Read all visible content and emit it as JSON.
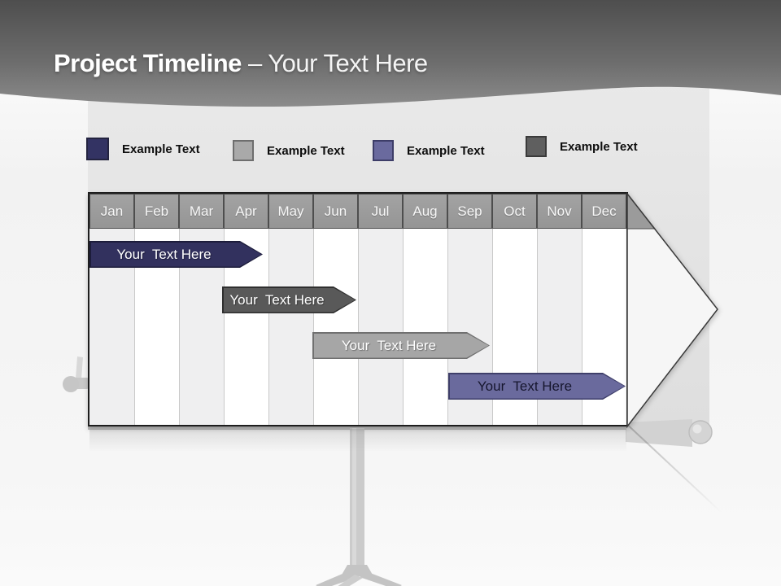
{
  "header": {
    "title_primary": "Project Timeline ",
    "title_secondary": "– Your Text Here"
  },
  "legend": {
    "items": [
      {
        "label": "Example Text",
        "color": "#333363",
        "border": "#23233f"
      },
      {
        "label": "Example Text",
        "color": "#a9a9a9",
        "border": "#6e6e6e"
      },
      {
        "label": "Example Text",
        "color": "#6a6a9e",
        "border": "#3d3d68"
      },
      {
        "label": "Example Text",
        "color": "#5f5f5f",
        "border": "#3a3a3a"
      }
    ]
  },
  "timeline": {
    "months": [
      "Jan",
      "Feb",
      "Mar",
      "Apr",
      "May",
      "Jun",
      "Jul",
      "Aug",
      "Sep",
      "Oct",
      "Nov",
      "Dec"
    ],
    "tasks": [
      {
        "label": "Your  Text Here",
        "fill": "#32315e",
        "edge": "#1c1c3a",
        "text_color": "#ffffff",
        "start_month": "Jan",
        "end_month": "Apr"
      },
      {
        "label": "Your  Text Here",
        "fill": "#595959",
        "edge": "#2f2f2f",
        "text_color": "#ffffff",
        "start_month": "Apr",
        "end_month": "Jun"
      },
      {
        "label": "Your  Text Here",
        "fill": "#a6a6a6",
        "edge": "#707070",
        "text_color": "#ffffff",
        "start_month": "Jun",
        "end_month": "Sep"
      },
      {
        "label": "Your  Text Here",
        "fill": "#6a6a9d",
        "edge": "#3f3f6a",
        "text_color": "#16162e",
        "start_month": "Sep",
        "end_month": "Dec"
      }
    ]
  },
  "chart_data": {
    "type": "bar",
    "subtype": "gantt-timeline",
    "title": "Project Timeline – Your Text Here",
    "categories": [
      "Jan",
      "Feb",
      "Mar",
      "Apr",
      "May",
      "Jun",
      "Jul",
      "Aug",
      "Sep",
      "Oct",
      "Nov",
      "Dec"
    ],
    "series": [
      {
        "name": "Your Text Here",
        "start": "Jan",
        "end": "Apr",
        "color": "#32315e"
      },
      {
        "name": "Your Text Here",
        "start": "Apr",
        "end": "Jun",
        "color": "#595959"
      },
      {
        "name": "Your Text Here",
        "start": "Jun",
        "end": "Sep",
        "color": "#a6a6a6"
      },
      {
        "name": "Your Text Here",
        "start": "Sep",
        "end": "Dec",
        "color": "#6a6a9d"
      }
    ],
    "legend_entries": [
      "Example Text",
      "Example Text",
      "Example Text",
      "Example Text"
    ],
    "legend_position": "top",
    "grid": "vertical-month-columns"
  }
}
